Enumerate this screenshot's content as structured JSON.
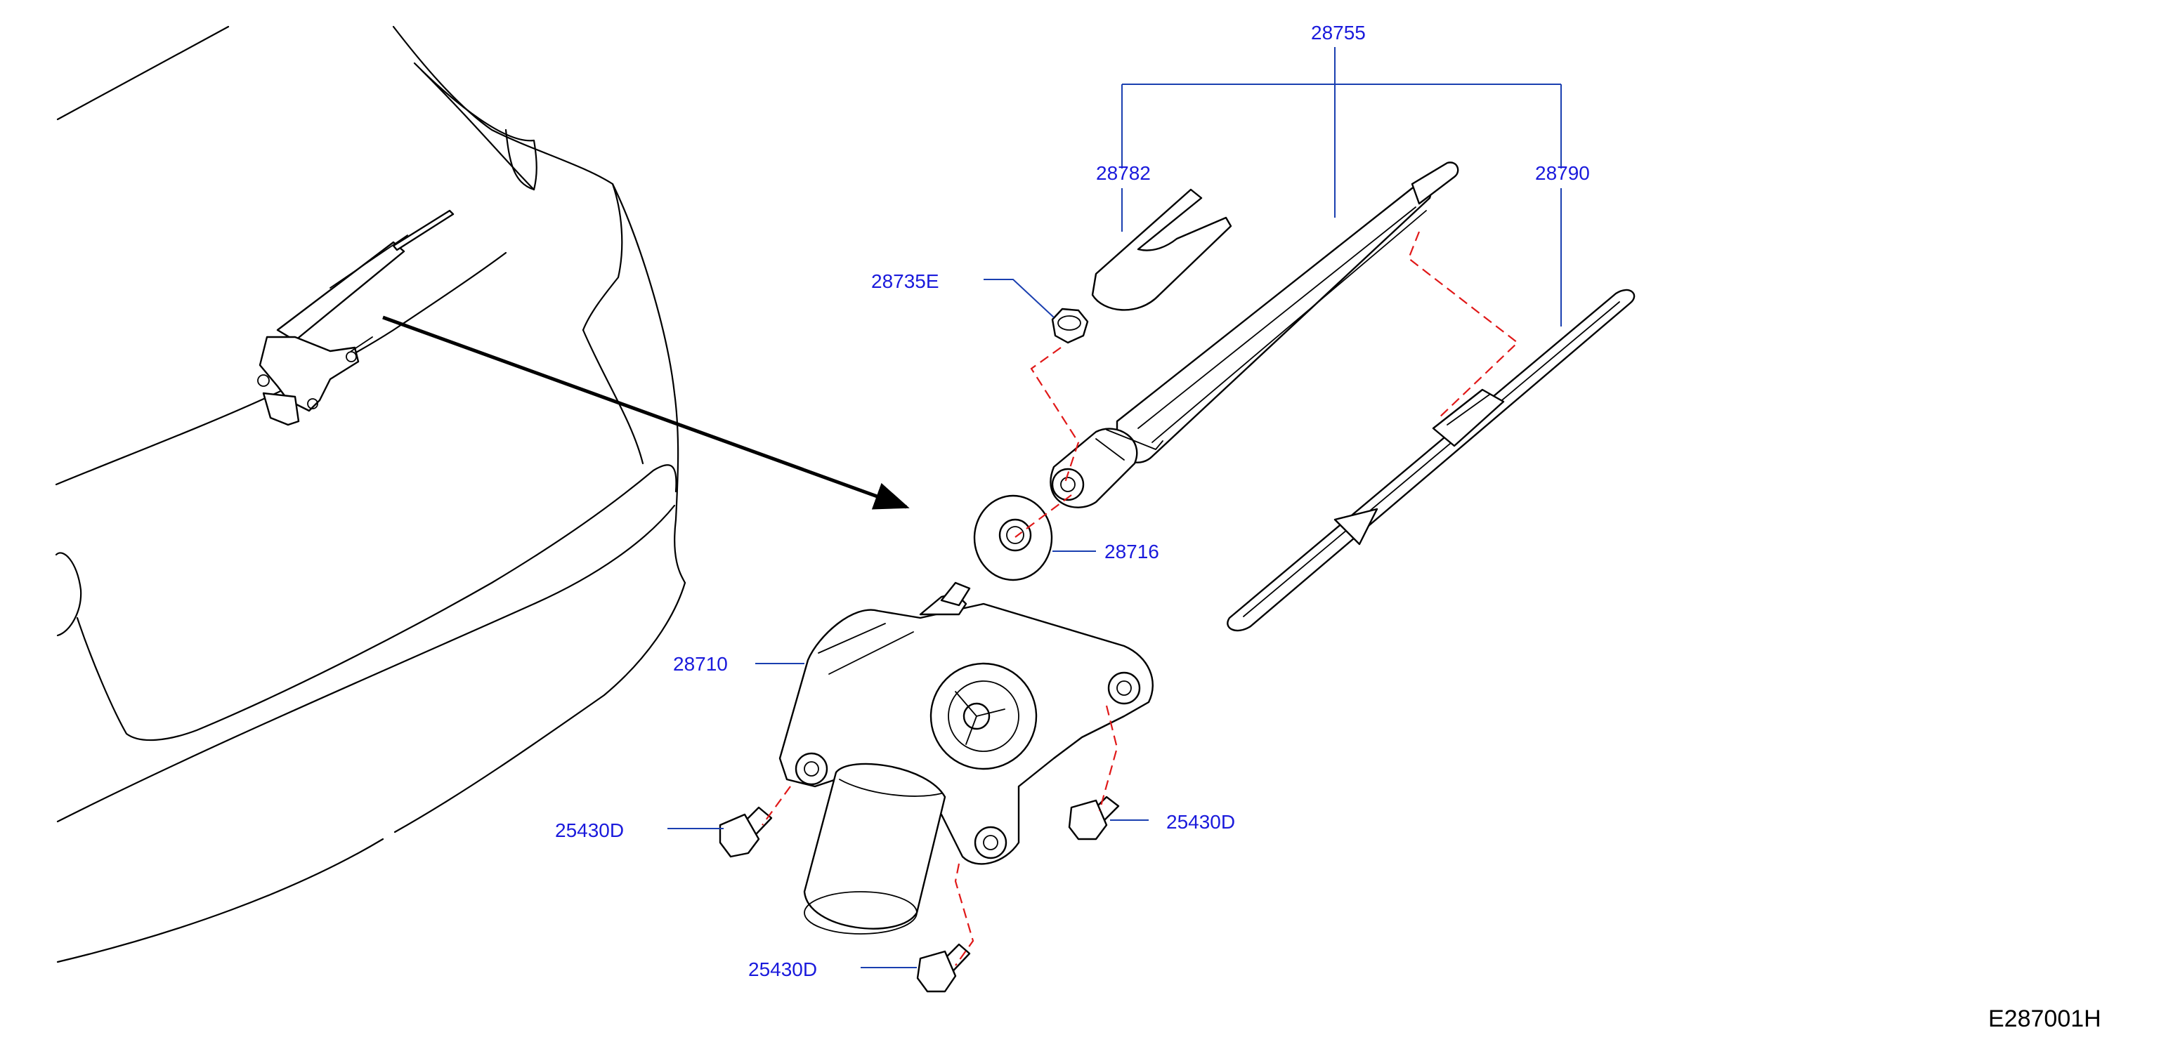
{
  "diagram": {
    "reference_code": "E287001H",
    "colors": {
      "label": "#1a1adc",
      "leader": "#1a3fb0",
      "alignment_dash": "#e01818",
      "outline": "#000000"
    },
    "callouts": [
      {
        "id": "arm_assy",
        "number": "28755"
      },
      {
        "id": "cap",
        "number": "28782"
      },
      {
        "id": "blade",
        "number": "28790"
      },
      {
        "id": "nut",
        "number": "28735E"
      },
      {
        "id": "seal",
        "number": "28716"
      },
      {
        "id": "motor",
        "number": "28710"
      },
      {
        "id": "bolt_left",
        "number": "25430D"
      },
      {
        "id": "bolt_right",
        "number": "25430D"
      },
      {
        "id": "bolt_bottom",
        "number": "25430D"
      }
    ]
  }
}
